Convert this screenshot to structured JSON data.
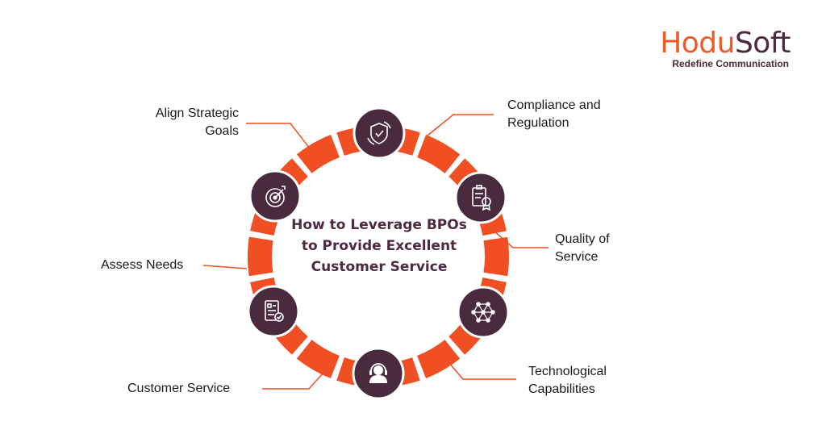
{
  "brand": {
    "name_part1": "Hodu",
    "name_part2": "Soft",
    "tagline": "Redefine Communication",
    "colors": {
      "orange": "#ef5a28",
      "plum": "#4a2b3d"
    }
  },
  "center": {
    "title": "How to Leverage BPOs to Provide Excellent Customer Service"
  },
  "nodes": [
    {
      "label": "Compliance and Regulation",
      "icon": "shield-check-icon"
    },
    {
      "label": "Quality of Service",
      "icon": "certificate-clipboard-icon"
    },
    {
      "label": "Technological Capabilities",
      "icon": "network-globe-icon"
    },
    {
      "label": "Customer Service",
      "icon": "headset-agent-icon"
    },
    {
      "label": "Assess Needs",
      "icon": "checklist-document-icon"
    },
    {
      "label": "Align Strategic Goals",
      "icon": "target-arrow-icon"
    }
  ]
}
